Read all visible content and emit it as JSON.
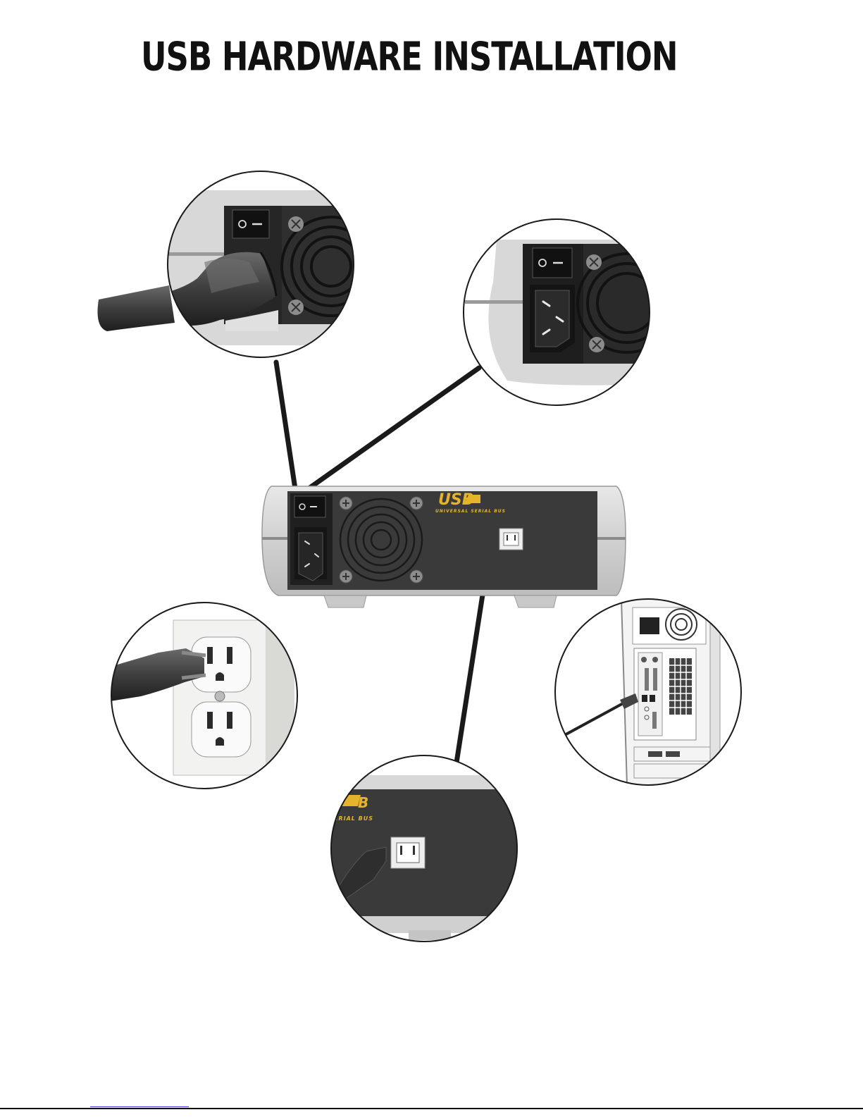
{
  "page": {
    "title": "USB HARDWARE INSTALLATION"
  },
  "device": {
    "usb_logo": "USB",
    "usb_subtitle": "UNIVERSAL SERIAL BUS",
    "usb_logo_color": "#e6b42a",
    "panel_color": "#3a3a3a",
    "shell_color": "#d4d4d4"
  },
  "callouts": [
    {
      "name": "power-cord-plugged-in"
    },
    {
      "name": "power-socket-empty"
    },
    {
      "name": "wall-outlet"
    },
    {
      "name": "computer-usb-port"
    },
    {
      "name": "device-usb-port"
    }
  ],
  "usb_port_closeup": {
    "logo_fragment": "B",
    "subtitle_fragment": "ERIAL BUS"
  }
}
